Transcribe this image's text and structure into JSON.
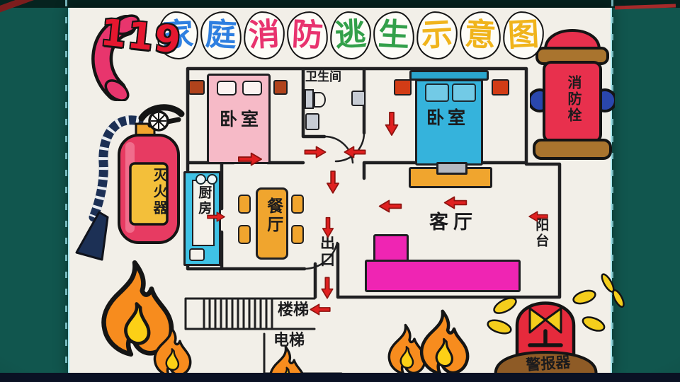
{
  "scene": {
    "emergency_number": "119",
    "title_chars": [
      {
        "text": "家",
        "color": "#2e7fe0"
      },
      {
        "text": "庭",
        "color": "#2e7fe0"
      },
      {
        "text": "消",
        "color": "#e8336e"
      },
      {
        "text": "防",
        "color": "#e8336e"
      },
      {
        "text": "逃",
        "color": "#33a04a"
      },
      {
        "text": "生",
        "color": "#33a04a"
      },
      {
        "text": "示",
        "color": "#f0b41c"
      },
      {
        "text": "意",
        "color": "#f0b41c"
      },
      {
        "text": "图",
        "color": "#f0b41c"
      }
    ]
  },
  "equipment": {
    "extinguisher": "灭火器",
    "hydrant": "消防栓",
    "alarm": "警报器"
  },
  "floorplan": {
    "bedroom_left": "卧室",
    "bathroom": "卫生间",
    "bedroom_right": "卧室",
    "kitchen": "厨房",
    "dining": "餐厅",
    "living": "客厅",
    "balcony": "阳台",
    "exit": "出口",
    "stairs": "楼梯",
    "elevator": "电梯"
  },
  "colors": {
    "background_teal": "#11564e",
    "paper": "#f2efe8",
    "wall": "#202022",
    "arrow_red": "#e02020",
    "bed_left_pink": "#f6bac7",
    "bed_right_blue": "#35b3dc",
    "kitchen_cyan": "#3fc2e5",
    "furniture_amber": "#f0a52e",
    "sofa_magenta": "#ef25b3",
    "flame_orange": "#f78c1e",
    "flame_yellow": "#fcd016",
    "hydrant_red": "#e8304d",
    "hydrant_brown": "#a9742e",
    "alarm_red": "#e62a3c"
  }
}
